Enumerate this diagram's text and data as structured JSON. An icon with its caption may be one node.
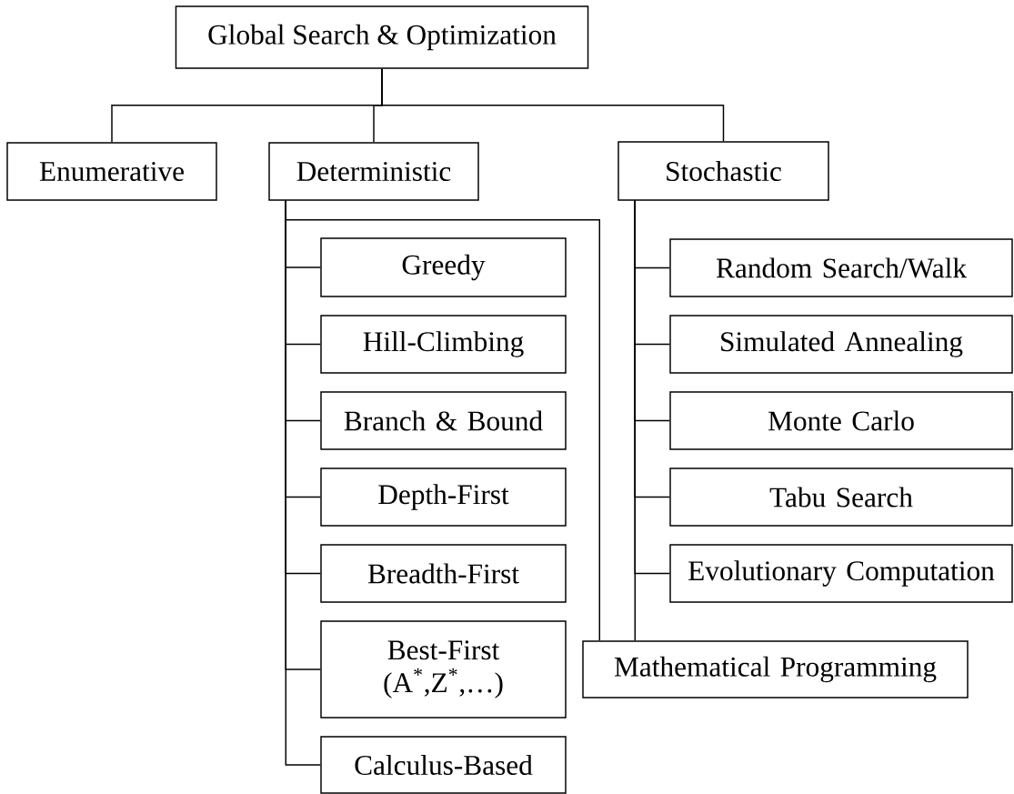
{
  "diagram": {
    "nodes": [
      {
        "text": [
          "Global Search & Optimization"
        ]
      },
      {
        "text": [
          "Enumerative"
        ]
      },
      {
        "text": [
          "Deterministic"
        ]
      },
      {
        "text": [
          "Stochastic"
        ]
      },
      {
        "text": [
          "Greedy"
        ]
      },
      {
        "text": [
          "Hill-Climbing"
        ]
      },
      {
        "text": [
          "Branch & Bound"
        ]
      },
      {
        "text": [
          "Depth-First"
        ]
      },
      {
        "text": [
          "Breadth-First"
        ]
      },
      {
        "text": [
          "Best-First (A$^{*}$,Z$^{*}$,…)"
        ]
      },
      {
        "text": [
          "Calculus-Based"
        ]
      },
      {
        "text": [
          "Random Search/Walk"
        ]
      },
      {
        "text": [
          "Simulated Annealing"
        ]
      },
      {
        "text": [
          "Monte Carlo"
        ]
      },
      {
        "text": [
          "Tabu Search"
        ]
      },
      {
        "text": [
          "Evolutionary Computation"
        ]
      },
      {
        "text": [
          "Mathematical Programming"
        ]
      }
    ],
    "edges": [
      {
        "from": 0,
        "to": 1,
        "arrow": "none"
      },
      {
        "from": 0,
        "to": 2,
        "arrow": "none"
      },
      {
        "from": 0,
        "to": 3,
        "arrow": "none"
      },
      {
        "from": 2,
        "to": 4,
        "arrow": "none"
      },
      {
        "from": 2,
        "to": 5,
        "arrow": "none"
      },
      {
        "from": 2,
        "to": 6,
        "arrow": "none"
      },
      {
        "from": 2,
        "to": 7,
        "arrow": "none"
      },
      {
        "from": 2,
        "to": 8,
        "arrow": "none"
      },
      {
        "from": 2,
        "to": 9,
        "arrow": "none"
      },
      {
        "from": 2,
        "to": 10,
        "arrow": "none"
      },
      {
        "from": 2,
        "to": 16,
        "arrow": "none"
      },
      {
        "from": 3,
        "to": 11,
        "arrow": "none"
      },
      {
        "from": 3,
        "to": 12,
        "arrow": "none"
      },
      {
        "from": 3,
        "to": 13,
        "arrow": "none"
      },
      {
        "from": 3,
        "to": 14,
        "arrow": "none"
      },
      {
        "from": 3,
        "to": 15,
        "arrow": "none"
      },
      {
        "from": 3,
        "to": 16,
        "arrow": "none"
      }
    ]
  }
}
